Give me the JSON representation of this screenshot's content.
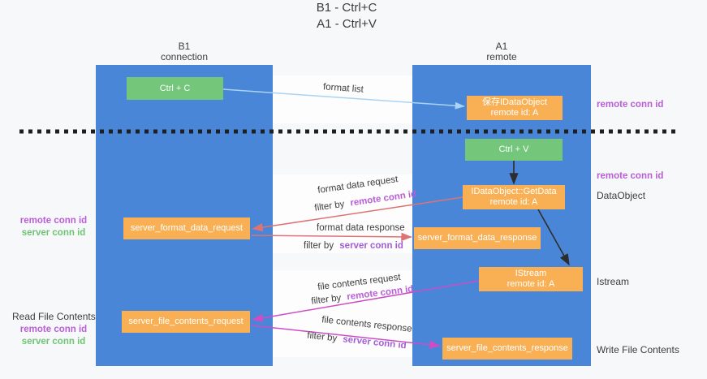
{
  "title": {
    "line1": "B1 - Ctrl+C",
    "line2": "A1 - Ctrl+V"
  },
  "lifelines": {
    "left": {
      "name": "B1",
      "role": "connection"
    },
    "right": {
      "name": "A1",
      "role": "remote"
    }
  },
  "nodes": {
    "ctrl_c": {
      "label": "Ctrl + C"
    },
    "ctrl_v": {
      "label": "Ctrl + V"
    },
    "save_dataobject": {
      "line1": "保存IDataObject",
      "line2": "remote id: A"
    },
    "getdata": {
      "line1": "IDataObject::GetData",
      "line2": "remote id: A"
    },
    "istream": {
      "line1": "IStream",
      "line2": "remote id: A"
    },
    "server_format_data_request": {
      "label": "server_format_data_request"
    },
    "server_format_data_response": {
      "label": "server_format_data_response"
    },
    "server_file_contents_request": {
      "label": "server_file_contents_request"
    },
    "server_file_contents_response": {
      "label": "server_file_contents_response"
    }
  },
  "messages": {
    "format_list": {
      "label": "format list"
    },
    "format_data_request": {
      "label": "format data request",
      "filter_prefix": "filter by",
      "filter_key": "remote conn id"
    },
    "format_data_response": {
      "label": "format data response",
      "filter_prefix": "filter by",
      "filter_key": "server conn id"
    },
    "file_contents_request": {
      "label": "file contents request",
      "filter_prefix": "filter by",
      "filter_key": "remote conn id"
    },
    "file_contents_response": {
      "label": "file contents response",
      "filter_prefix": "filter by",
      "filter_key": "server conn id"
    }
  },
  "annotations": {
    "right_remote_conn_id_top": "remote conn id",
    "right_remote_conn_id_mid": "remote conn id",
    "right_dataobject": "DataObject",
    "right_istream": "Istream",
    "right_write_file_contents": "Write File Contents",
    "left_remote_conn_id_format": "remote conn id",
    "left_server_conn_id_format": "server conn id",
    "left_read_file_contents": "Read File Contents",
    "left_remote_conn_id_file": "remote conn id",
    "left_server_conn_id_file": "server conn id"
  },
  "colors": {
    "lifeline_blue": "#4a86d8",
    "node_green": "#74c67b",
    "node_orange": "#f9b054",
    "arrow_light_blue": "#a9d3f2",
    "arrow_salmon": "#dd7373",
    "arrow_magenta": "#cb4ec6",
    "arrow_black": "#2d2d2d",
    "label_purple": "#b95ed6",
    "label_green": "#6ec474",
    "text_dark": "#3d3d3d",
    "divider_black": "#1f1f1f"
  }
}
